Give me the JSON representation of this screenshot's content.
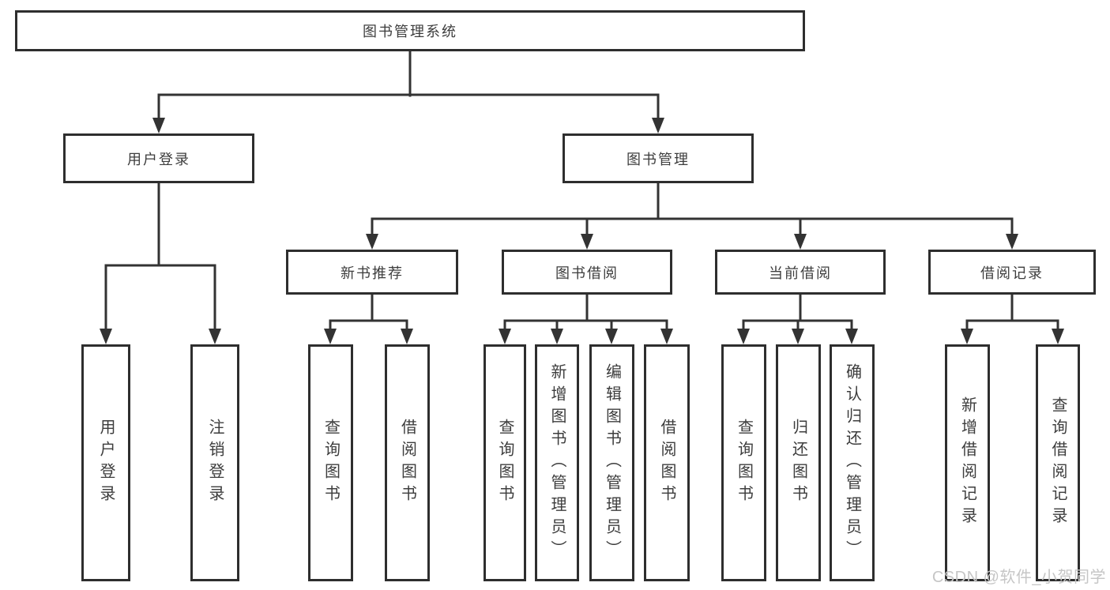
{
  "title": "图书管理系统",
  "tree": {
    "root": {
      "label": "图书管理系统"
    },
    "user_login": {
      "label": "用户登录",
      "children": [
        {
          "label": "用户登录"
        },
        {
          "label": "注销登录"
        }
      ]
    },
    "book_management": {
      "label": "图书管理",
      "sections": [
        {
          "label": "新书推荐",
          "children": [
            {
              "label": "查询图书"
            },
            {
              "label": "借阅图书"
            }
          ]
        },
        {
          "label": "图书借阅",
          "children": [
            {
              "label": "查询图书"
            },
            {
              "label": "新增图书（管理员）"
            },
            {
              "label": "编辑图书（管理员）"
            },
            {
              "label": "借阅图书"
            }
          ]
        },
        {
          "label": "当前借阅",
          "children": [
            {
              "label": "查询图书"
            },
            {
              "label": "归还图书"
            },
            {
              "label": "确认归还（管理员）"
            }
          ]
        },
        {
          "label": "借阅记录",
          "children": [
            {
              "label": "新增借阅记录"
            },
            {
              "label": "查询借阅记录"
            }
          ]
        }
      ]
    }
  },
  "watermark": {
    "text": "CSDN @软件_小贺同学"
  },
  "colors": {
    "line": "#333333",
    "box_border": "#2e2e2e",
    "text": "#3d3d3d",
    "background": "#ffffff",
    "watermark": "#c6c6c6"
  }
}
